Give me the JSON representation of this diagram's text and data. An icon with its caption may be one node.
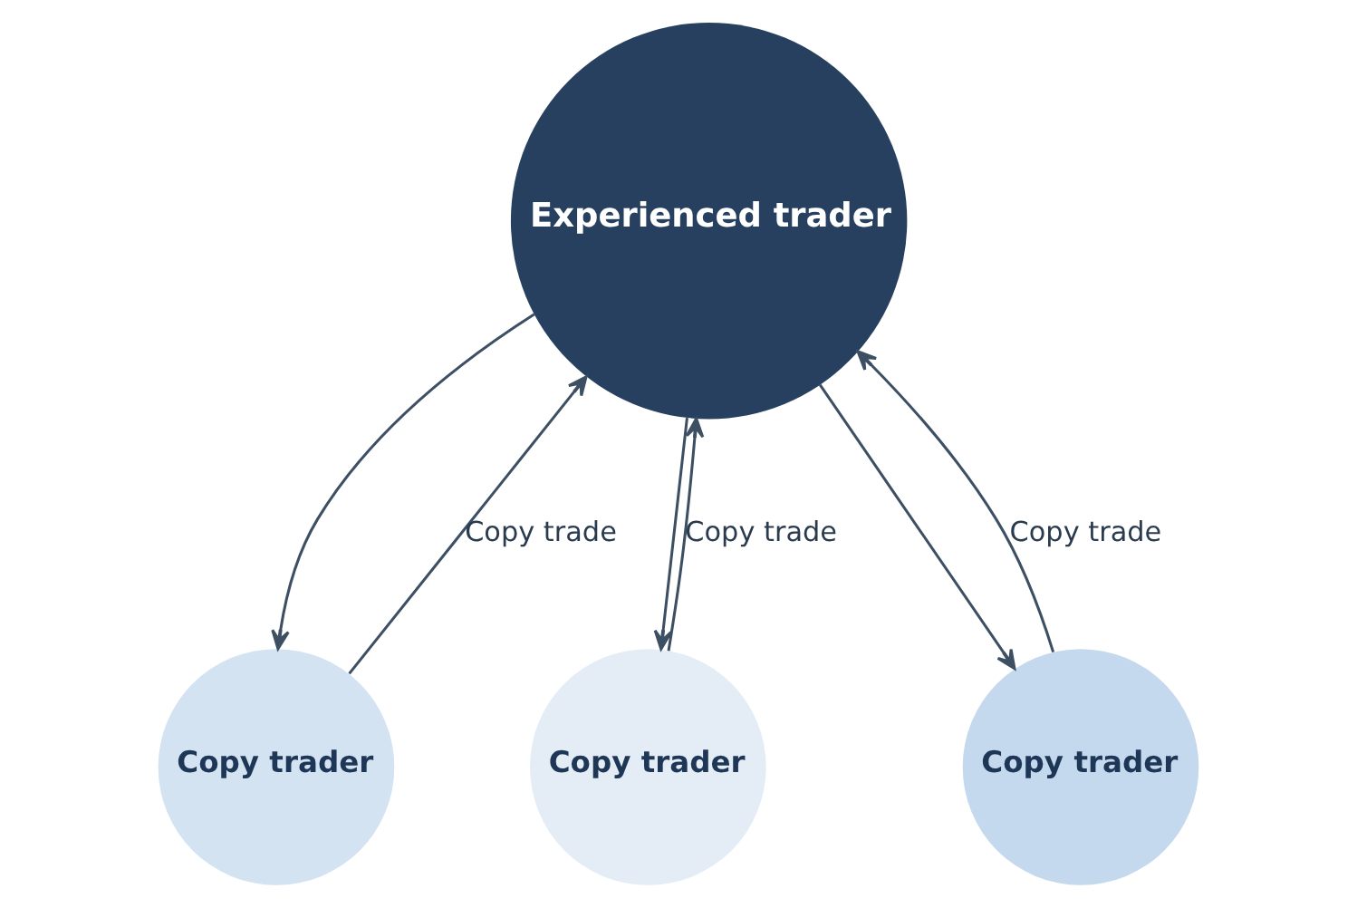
{
  "diagram": {
    "nodes": [
      {
        "text": [
          "Experienced trader"
        ]
      },
      {
        "text": [
          "Copy trader"
        ]
      },
      {
        "text": [
          "Copy trader"
        ]
      },
      {
        "text": [
          "Copy trader"
        ]
      }
    ],
    "edges": [
      {
        "from": 0,
        "to": 1,
        "arrow": "to"
      },
      {
        "from": 1,
        "to": 0,
        "arrow": "to",
        "label": "Copy trade"
      },
      {
        "from": 0,
        "to": 2,
        "arrow": "to"
      },
      {
        "from": 2,
        "to": 0,
        "arrow": "to",
        "label": "Copy trade"
      },
      {
        "from": 0,
        "to": 3,
        "arrow": "to"
      },
      {
        "from": 3,
        "to": 0,
        "arrow": "to",
        "label": "Copy trade"
      }
    ]
  }
}
